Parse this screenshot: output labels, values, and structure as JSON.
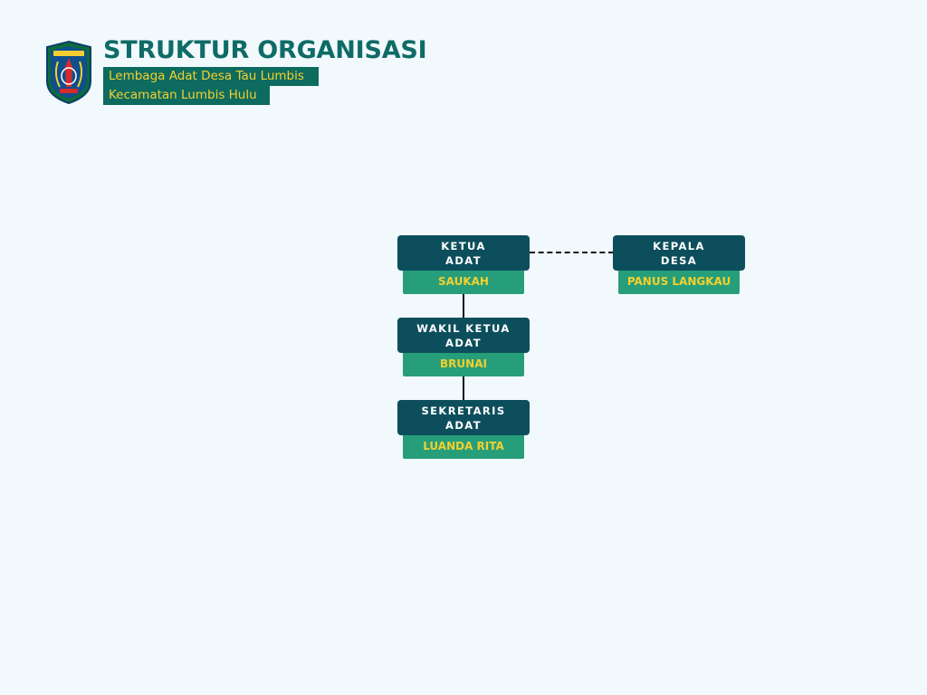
{
  "header": {
    "title": "STRUKTUR ORGANISASI",
    "subtitle_1": "Lembaga Adat Desa Tau Lumbis",
    "subtitle_2": "Kecamatan Lumbis Hulu"
  },
  "colors": {
    "background": "#f1f9fd",
    "title_text": "#0f6b66",
    "subtitle_bg": "#0e6b5f",
    "accent_yellow": "#f3d02f",
    "box_dark": "#0c4e5c",
    "box_green": "#269e79"
  },
  "logo": {
    "icon": "regency-shield-emblem-icon"
  },
  "org_chart": {
    "ketua_adat": {
      "title_line1": "KETUA",
      "title_line2": "ADAT",
      "name": "SAUKAH"
    },
    "kepala_desa": {
      "title_line1": "KEPALA",
      "title_line2": "DESA",
      "name": "PANUS LANGKAU"
    },
    "wakil_ketua_adat": {
      "title_line1": "WAKIL KETUA",
      "title_line2": "ADAT",
      "name": "BRUNAI"
    },
    "sekretaris_adat": {
      "title_line1": "SEKRETARIS",
      "title_line2": "ADAT",
      "name": "LUANDA RITA"
    }
  }
}
